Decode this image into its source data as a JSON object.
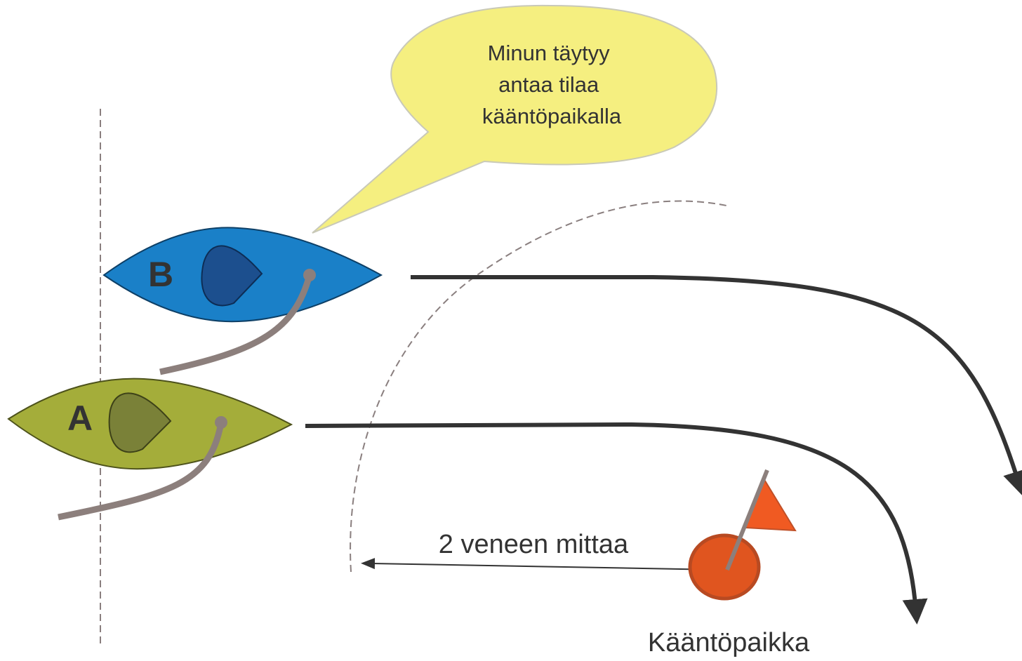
{
  "speech_bubble": {
    "lines": [
      "Minun täytyy",
      "antaa tilaa",
      "kääntöpaikalla"
    ]
  },
  "boats": [
    {
      "label": "B",
      "color": "#1a80c8",
      "sail_color": "#1c4f8e"
    },
    {
      "label": "A",
      "color": "#a4ad3a",
      "sail_color": "#7a8138"
    }
  ],
  "distance_label": "2 veneen mittaa",
  "mark_label": "Kääntöpaikka",
  "colors": {
    "bubble_fill": "#f5ef80",
    "mark_fill": "#e0551f",
    "flag_fill": "#f05a22",
    "course_line": "#333333",
    "boom": "#8c7f7c",
    "dashed": "#8a7f7f"
  }
}
